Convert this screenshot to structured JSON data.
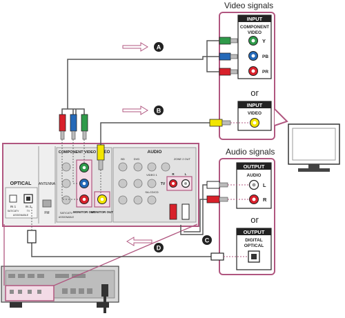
{
  "labels": {
    "video_signals": "Video signals",
    "audio_signals": "Audio signals",
    "or": "or"
  },
  "markers": [
    "A",
    "B",
    "C",
    "D"
  ],
  "video_boxes": {
    "component": {
      "header": "INPUT",
      "title_1": "COMPONENT",
      "title_2": "VIDEO",
      "jacks": [
        "Y",
        "PB",
        "PR"
      ]
    },
    "composite": {
      "header": "INPUT",
      "title": "VIDEO"
    }
  },
  "audio_boxes": {
    "analog": {
      "header": "OUTPUT",
      "title": "AUDIO",
      "jacks": [
        "L",
        "R"
      ]
    },
    "optical": {
      "header": "OUTPUT",
      "title_1": "DIGITAL",
      "title_2": "OPTICAL"
    }
  },
  "receiver_panel": {
    "optical_section": "OPTICAL",
    "antenna_section": "ANTENNA",
    "fm": "FM",
    "component_video": "COMPONENT VIDEO",
    "video": "VIDEO",
    "audio": "AUDIO",
    "monitor_out_left": "MONITOR OUT",
    "monitor_out_right": "MONITOR OUT",
    "zone_out": "ZONE 2 OUT",
    "sat_catv": "SAT/CATV",
    "tv": "TV",
    "sa_cd_cd": "SA-CD/CD",
    "video1": "VIDEO 1",
    "bd": "BD",
    "dvd": "DVD",
    "in1": "IN 1",
    "in2": "IN 2",
    "assignable": "ASSIGNABLE",
    "r": "R",
    "l": "L"
  },
  "colors": {
    "frame": "#b0567f",
    "cable": "#555555",
    "green": "#2f9a4a",
    "blue": "#2469b8",
    "red": "#d8202a",
    "yellow": "#f2e500"
  }
}
